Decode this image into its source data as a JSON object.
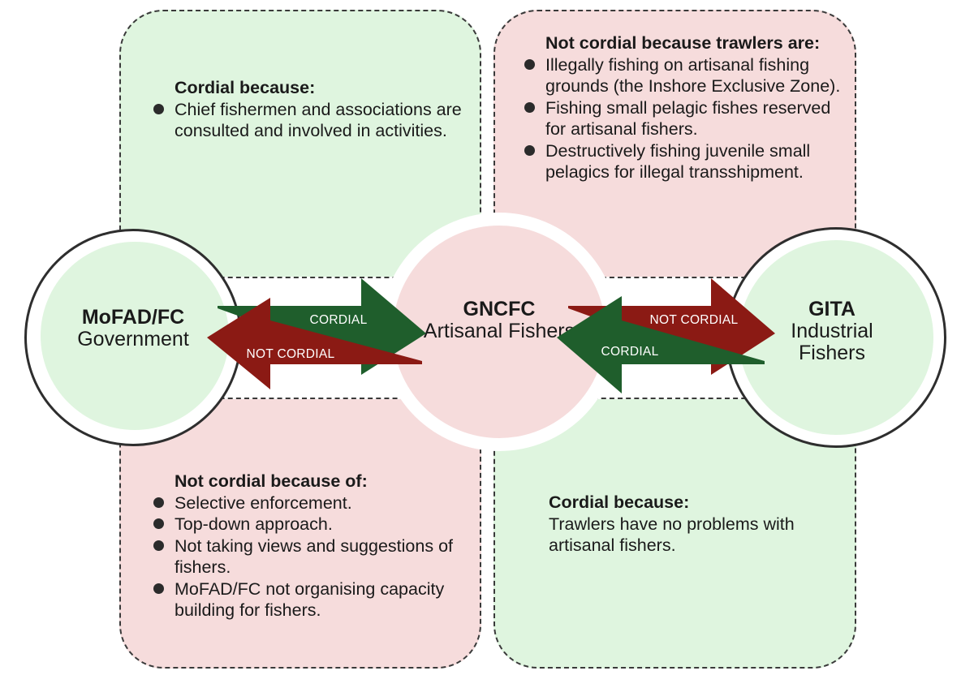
{
  "panels": {
    "top_left": {
      "heading": "Cordial because:",
      "items": [
        "Chief fishermen and associations are consulted and involved in activities."
      ]
    },
    "top_right": {
      "heading": "Not cordial because trawlers are:",
      "items": [
        "Illegally fishing on artisanal fishing grounds (the Inshore Exclusive Zone).",
        "Fishing small pelagic fishes reserved for artisanal fishers.",
        "Destructively fishing juvenile small pelagics for illegal transshipment."
      ]
    },
    "bottom_left": {
      "heading": "Not cordial because of:",
      "items": [
        "Selective enforcement.",
        "Top-down approach.",
        "Not taking views and suggestions of fishers.",
        "MoFAD/FC not organising capacity building for fishers."
      ]
    },
    "bottom_right": {
      "heading": "Cordial because:",
      "body": "Trawlers have no problems with artisanal fishers."
    }
  },
  "nodes": {
    "left": {
      "abbr": "MoFAD/FC",
      "name": "Government"
    },
    "middle": {
      "abbr": "GNCFC",
      "name": "Artisanal Fishers"
    },
    "right": {
      "abbr": "GITA",
      "name": "Industrial Fishers"
    }
  },
  "arrows": {
    "left_green": "CORDIAL",
    "left_red": "NOT CORDIAL",
    "right_red": "NOT CORDIAL",
    "right_green": "CORDIAL"
  },
  "colors": {
    "cordial_fill": "#dff5df",
    "not_cordial_fill": "#f6dcdc",
    "green_arrow": "#1f5e2c",
    "red_arrow": "#8b1a14"
  }
}
